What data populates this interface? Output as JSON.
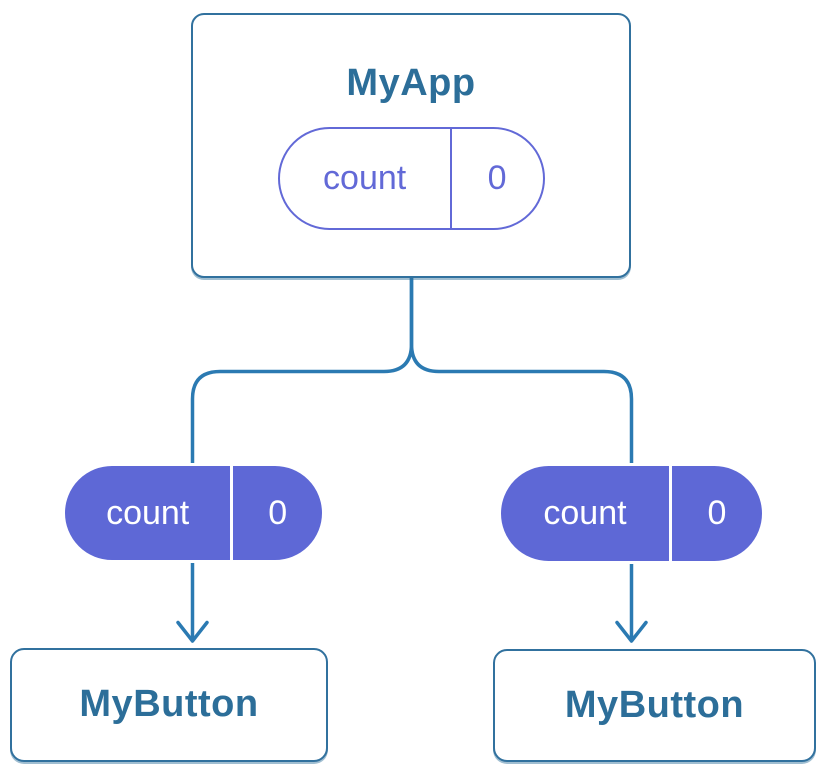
{
  "diagram": {
    "description": "React component tree passing props from parent to children",
    "colors": {
      "component_border": "#31719e",
      "component_text": "#2c6e99",
      "connector": "#2b7ab2",
      "prop_fill": "#5e68d6",
      "prop_outline": "#6269d7",
      "prop_text_on_fill": "#ffffff",
      "background": "#ffffff"
    },
    "root": {
      "title": "MyApp",
      "prop": {
        "name": "count",
        "value": "0"
      }
    },
    "children": [
      {
        "title": "MyButton",
        "prop": {
          "name": "count",
          "value": "0"
        }
      },
      {
        "title": "MyButton",
        "prop": {
          "name": "count",
          "value": "0"
        }
      }
    ]
  }
}
